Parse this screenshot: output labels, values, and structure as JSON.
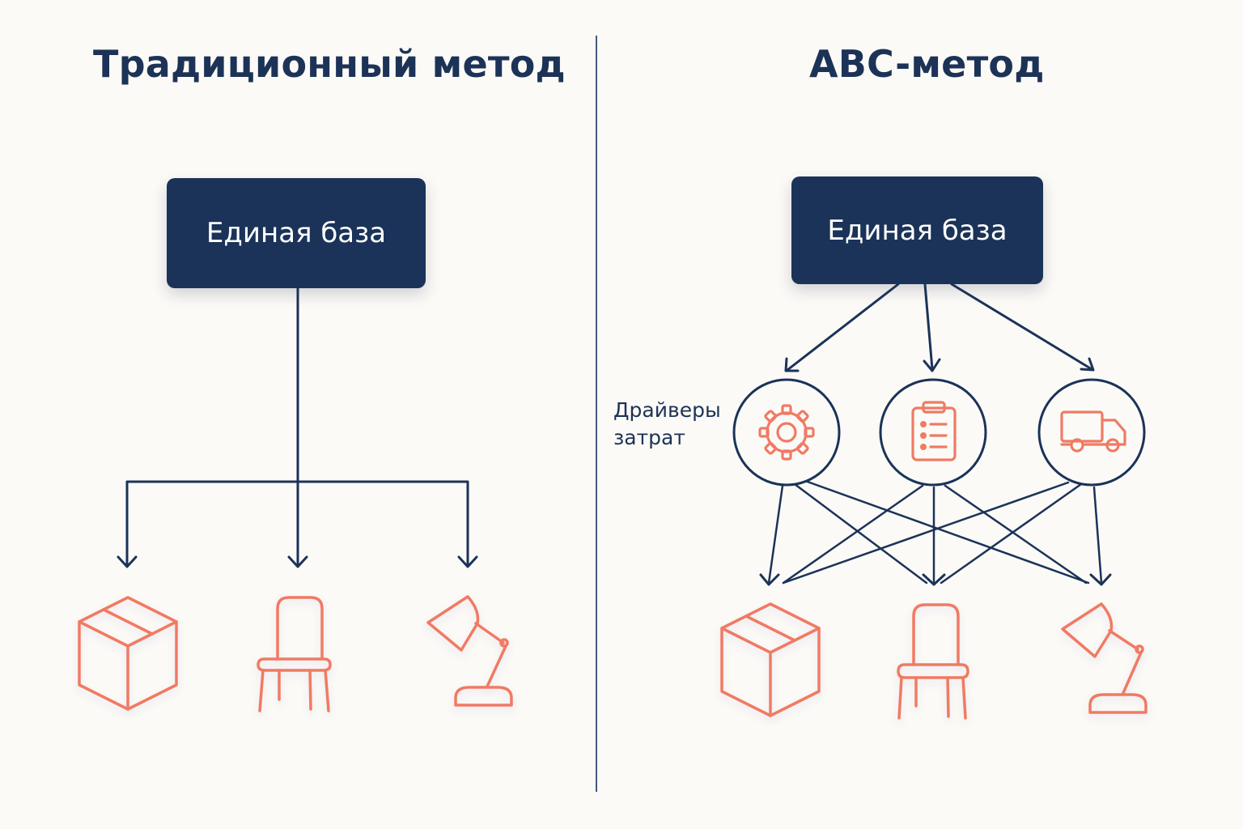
{
  "left_panel": {
    "title": "Традиционный метод",
    "source_box": "Единая база",
    "products": [
      {
        "icon": "box-icon"
      },
      {
        "icon": "chair-icon"
      },
      {
        "icon": "lamp-icon"
      }
    ]
  },
  "right_panel": {
    "title": "ABC-метод",
    "source_box": "Единая база",
    "drivers_label": "Драйверы затрат",
    "drivers": [
      {
        "icon": "gear-icon"
      },
      {
        "icon": "clipboard-icon"
      },
      {
        "icon": "truck-icon"
      }
    ],
    "products": [
      {
        "icon": "box-icon"
      },
      {
        "icon": "chair-icon"
      },
      {
        "icon": "lamp-icon"
      }
    ]
  },
  "colors": {
    "navy": "#1b3358",
    "accent": "#f07a63",
    "background": "#fcfaf7"
  }
}
